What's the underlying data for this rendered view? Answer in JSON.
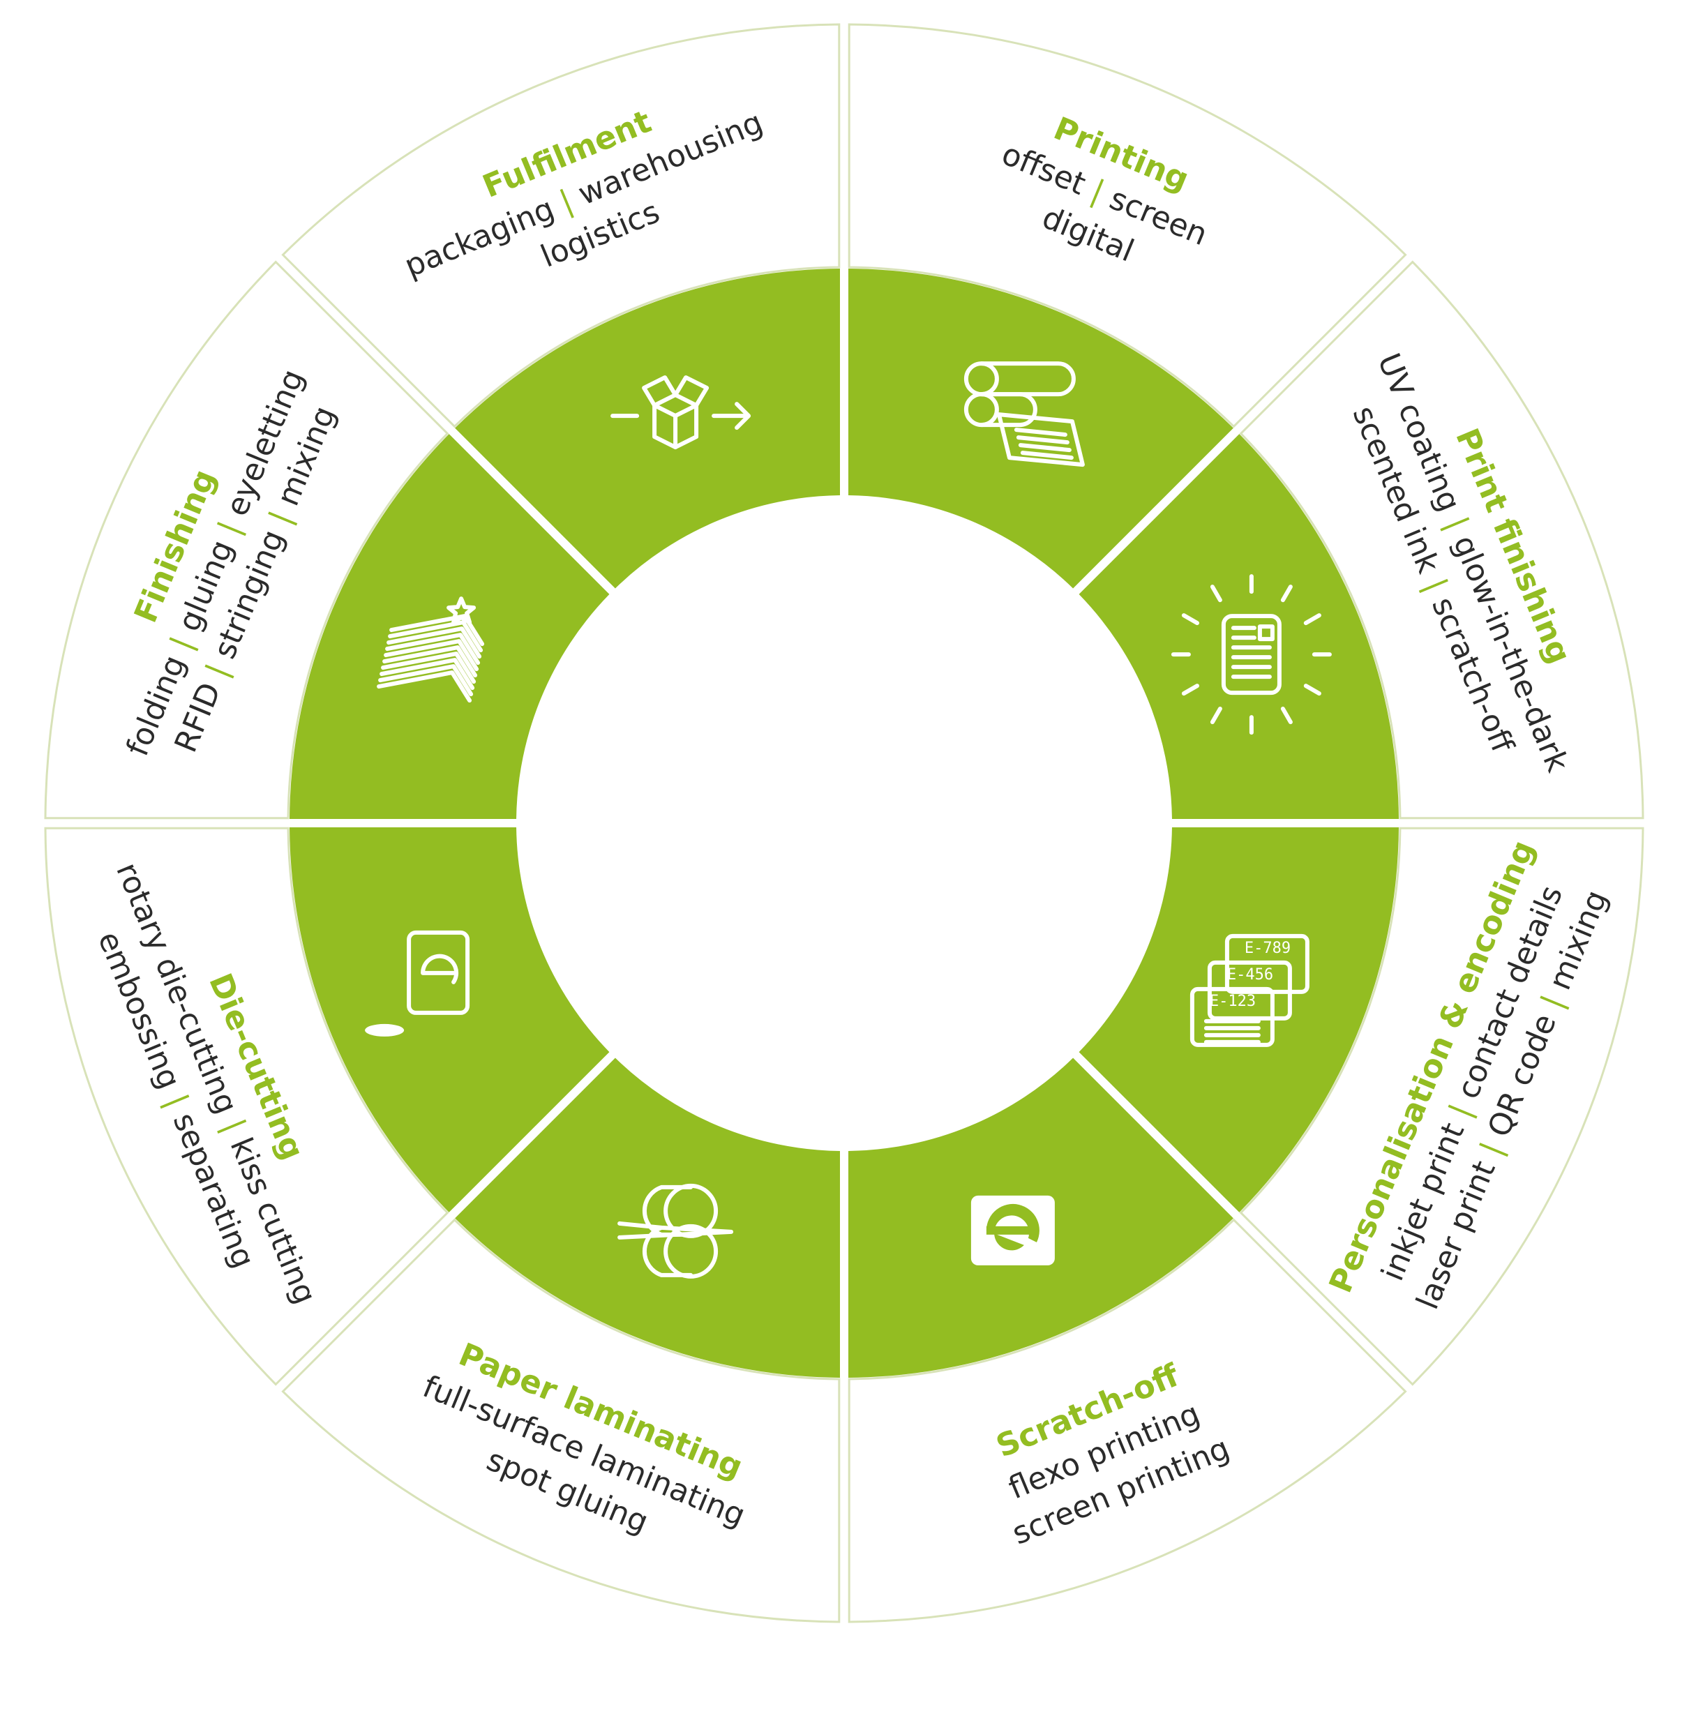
{
  "colors": {
    "accent": "#93bd22",
    "outline": "#d8e2b8",
    "text": "#2b2b2b",
    "background": "#ffffff"
  },
  "segments": [
    {
      "key": "printing",
      "icon": "printing-press-icon",
      "title": "Printing",
      "lines": [
        [
          "offset",
          "screen"
        ],
        [
          "digital"
        ]
      ]
    },
    {
      "key": "print-finishing",
      "icon": "glowing-document-icon",
      "title": "Print finishing",
      "lines": [
        [
          "UV coating",
          "glow-in-the-dark"
        ],
        [
          "scented ink",
          "scratch-off"
        ]
      ]
    },
    {
      "key": "personalisation",
      "icon": "numbered-cards-icon",
      "title": "Personalisation & encoding",
      "card_codes": [
        "E-789",
        "E-456",
        "E-123"
      ],
      "lines": [
        [
          "inkjet print",
          "contact details"
        ],
        [
          "laser print",
          "QR code",
          "mixing"
        ]
      ]
    },
    {
      "key": "scratch-off",
      "icon": "scratch-logo-icon",
      "title": "Scratch-off",
      "lines": [
        [
          "flexo printing"
        ],
        [
          "screen printing"
        ]
      ]
    },
    {
      "key": "paper-laminating",
      "icon": "laminating-rollers-icon",
      "title": "Paper laminating",
      "lines": [
        [
          "full-surface laminating"
        ],
        [
          "spot gluing"
        ]
      ]
    },
    {
      "key": "die-cutting",
      "icon": "die-cut-card-icon",
      "title": "Die-cutting",
      "lines": [
        [
          "rotary die-cutting",
          "kiss cutting"
        ],
        [
          "embossing",
          "separating"
        ]
      ]
    },
    {
      "key": "finishing",
      "icon": "paper-stack-icon",
      "title": "Finishing",
      "lines": [
        [
          "folding",
          "gluing",
          "eyeletting"
        ],
        [
          "RFID",
          "stringing",
          "mixing"
        ]
      ]
    },
    {
      "key": "fulfilment",
      "icon": "shipping-box-icon",
      "title": "Fulfilment",
      "lines": [
        [
          "packaging",
          "warehousing"
        ],
        [
          "logistics"
        ]
      ]
    }
  ],
  "separator": "|"
}
